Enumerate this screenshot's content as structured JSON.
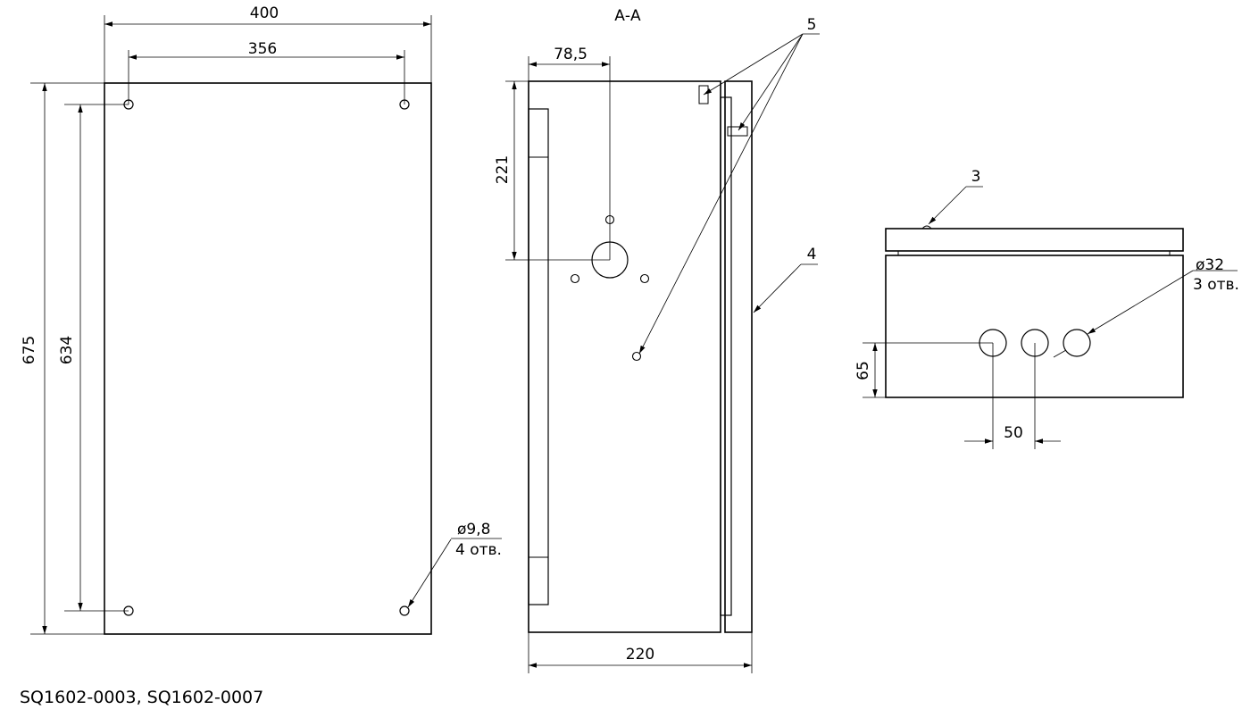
{
  "front_view": {
    "width_dim": "400",
    "hole_spacing_dim": "356",
    "height_dim": "675",
    "hole_height_dim": "634",
    "hole_callout_diameter": "ø9,8",
    "hole_callout_count": "4 отв."
  },
  "section_view": {
    "title": "А-А",
    "offset_dim": "78,5",
    "height_dim": "221",
    "depth_dim": "220",
    "callout_5": "5",
    "callout_4": "4"
  },
  "bottom_view": {
    "callout_3": "3",
    "hole_callout_diameter": "ø32",
    "hole_callout_count": "3 отв.",
    "height_dim": "65",
    "spacing_dim": "50"
  },
  "caption": "SQ1602-0003, SQ1602-0007"
}
